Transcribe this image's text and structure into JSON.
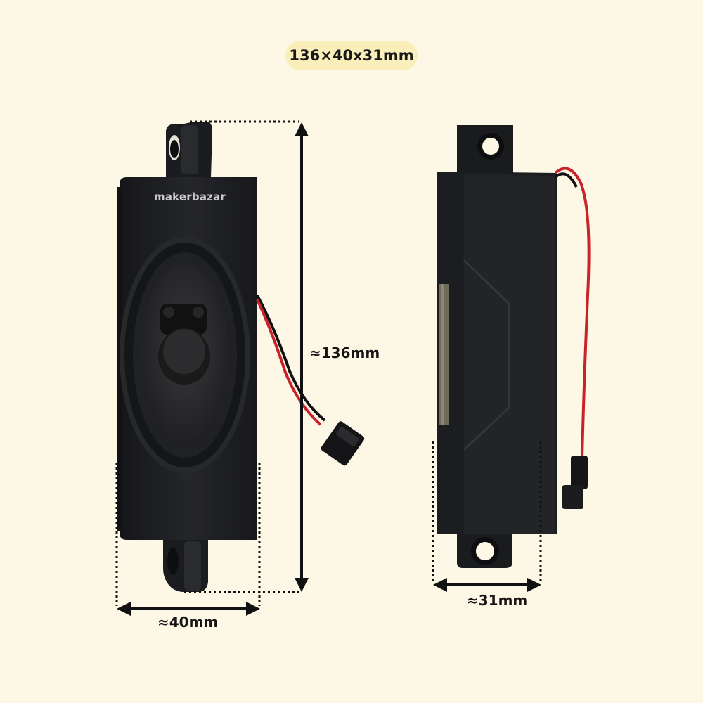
{
  "header": {
    "dimensions_badge": "136×40x31mm"
  },
  "dimensions": {
    "height_label": "≈136mm",
    "width_label": "≈40mm",
    "depth_label": "≈31mm"
  },
  "product": {
    "brand_logo": "makerbazar"
  },
  "colors": {
    "background": "#fdf8e6",
    "badge": "#faeebb",
    "speaker_body": "#1e1f21",
    "wire_red": "#c8222a",
    "wire_black": "#111111"
  }
}
